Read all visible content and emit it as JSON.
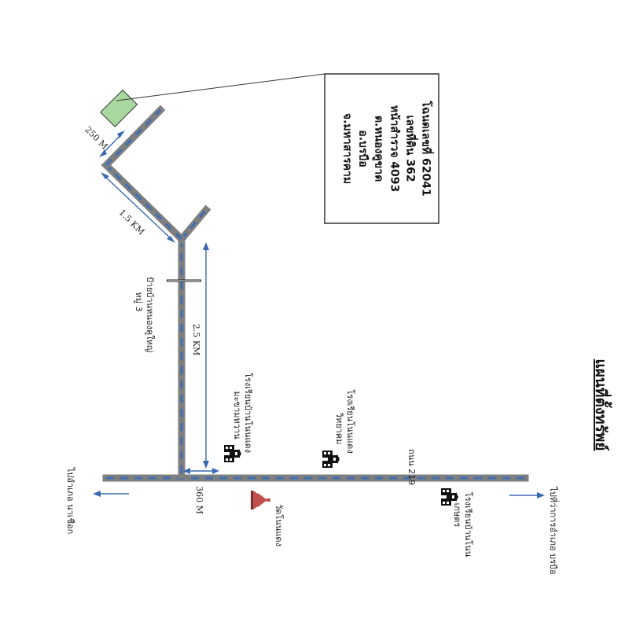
{
  "title": "แผนที่ตั้งทรัพย์",
  "deed": {
    "lines": [
      "โฉนดเลขที่ 62041",
      "เลขที่ดิน  362",
      "หน้าสำรวจ  4093",
      "ต.หนองคูขาด",
      "อ.บรบือ",
      "จ.มหาสารคาม"
    ]
  },
  "roads": {
    "main_road_label": "ถนน 219"
  },
  "distances": {
    "d_250m": "250 M",
    "d_1_5km": "1.5 KM",
    "d_2_5km": "2.5 KM",
    "d_360m": "360 M"
  },
  "landmarks": {
    "village_sign_line1": "ป้ายบ้านหนองคูใหญ่",
    "village_sign_line2": "หมู่ 3",
    "school_a_line1": "โรงเรียนบ้านโนนแดง",
    "school_a_line2": "มะขามหวาน",
    "school_b_line1": "โรงเรียนโนนแดง",
    "school_b_line2": "วิทยาคม",
    "school_c_line1": "โรงเรียนบ้านโนน",
    "school_c_line2": "เกษตร",
    "temple": "วัดโนนแดง"
  },
  "directions": {
    "to_left": "ไปอำเภอ นาเชือก",
    "to_right": "ไปที่ว่าการอำเภอ บรบือ"
  },
  "colors": {
    "road": "#7f7f7f",
    "road_dash": "#3f6fb3",
    "arrow": "#3a6ab3",
    "plot": "#a8d8a0",
    "temple": "#c0504d"
  }
}
